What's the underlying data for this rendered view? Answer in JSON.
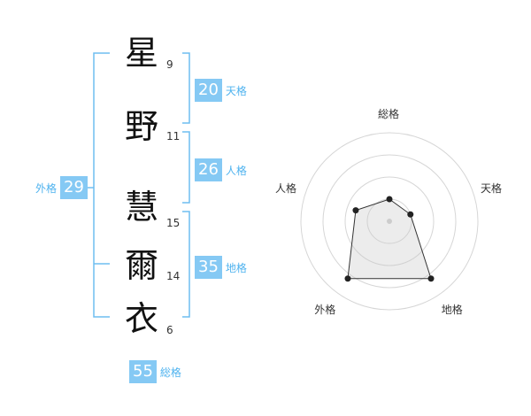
{
  "characters": [
    {
      "char": "星",
      "strokes": "9"
    },
    {
      "char": "野",
      "strokes": "11"
    },
    {
      "char": "慧",
      "strokes": "15"
    },
    {
      "char": "爾",
      "strokes": "14"
    },
    {
      "char": "衣",
      "strokes": "6"
    }
  ],
  "fortunes": {
    "tenkaku": {
      "value": "20",
      "label": "天格"
    },
    "jinkaku": {
      "value": "26",
      "label": "人格"
    },
    "chikaku": {
      "value": "35",
      "label": "地格"
    },
    "gaikaku": {
      "value": "29",
      "label": "外格"
    },
    "soukaku": {
      "value": "55",
      "label": "総格"
    }
  },
  "radar": {
    "axes": [
      "総格",
      "天格",
      "地格",
      "外格",
      "人格"
    ],
    "values": [
      0.25,
      0.25,
      0.8,
      0.8,
      0.4
    ],
    "ring_count": 4
  },
  "colors": {
    "accent": "#85c9f4",
    "accent_text": "#4fb3ef",
    "bracket": "#6fbdf0"
  }
}
